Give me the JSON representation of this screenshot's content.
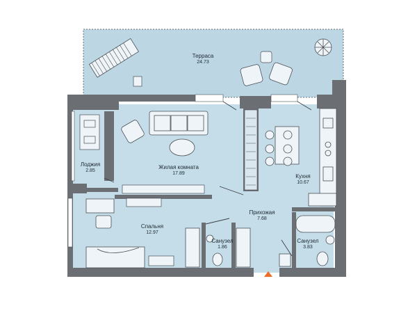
{
  "rooms": [
    {
      "key": "terrace",
      "name": "Терраса",
      "area": "24.73"
    },
    {
      "key": "loggia",
      "name": "Лоджия",
      "area": "2.85"
    },
    {
      "key": "living",
      "name": "Жилая комната",
      "area": "17.89"
    },
    {
      "key": "kitchen",
      "name": "Кухня",
      "area": "10.67"
    },
    {
      "key": "hall",
      "name": "Прихожая",
      "area": "7.68"
    },
    {
      "key": "bedroom",
      "name": "Спальня",
      "area": "12.97"
    },
    {
      "key": "bath1",
      "name": "Санузел",
      "area": "1.86"
    },
    {
      "key": "bath2",
      "name": "Санузел",
      "area": "3.83"
    }
  ],
  "colors": {
    "room_fill": "#c5dde8",
    "terrace_fill": "#bcd6e3",
    "wall": "#6b6e72",
    "outline": "#4a4f55",
    "entrance_marker": "#ee6c28"
  }
}
